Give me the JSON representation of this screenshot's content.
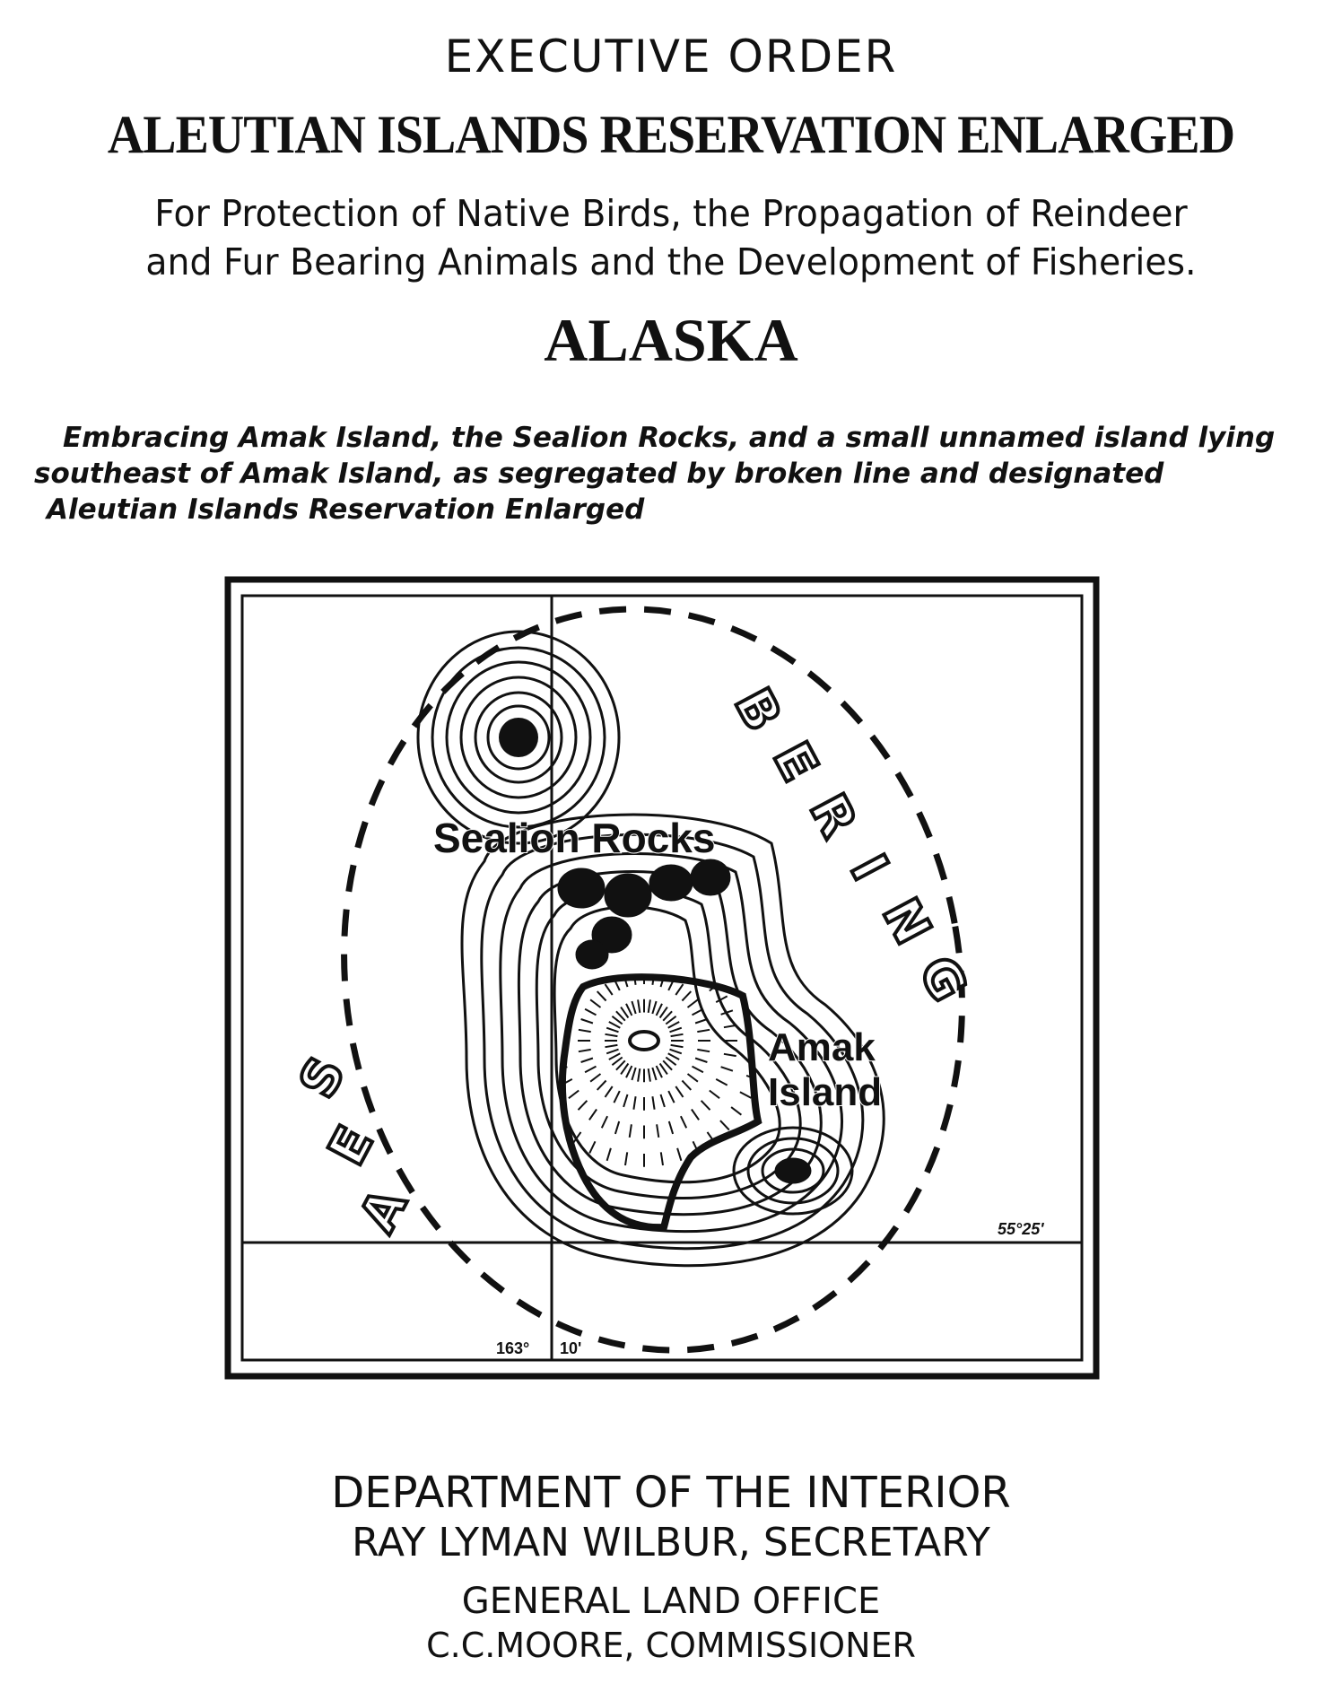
{
  "header": {
    "executive_order": "EXECUTIVE ORDER",
    "title": "ALEUTIAN ISLANDS RESERVATION ENLARGED",
    "subtitle_line1": "For Protection of Native Birds, the Propagation of Reindeer",
    "subtitle_line2": "and Fur Bearing Animals and the Development of Fisheries.",
    "territory": "ALASKA"
  },
  "description": {
    "line1": "Embracing Amak Island, the Sealion Rocks, and a small unnamed island lying",
    "line2": "southeast of Amak Island, as segregated by broken line and designated",
    "line3": "Aleutian Islands Reservation Enlarged"
  },
  "map": {
    "labels": {
      "sealion_rocks": "Sealion Rocks",
      "amak_line1": "Amak",
      "amak_line2": "Island",
      "bering": [
        "B",
        "E",
        "R",
        "I",
        "N",
        "G"
      ],
      "sea": [
        "S",
        "E",
        "A"
      ],
      "latitude": "55°25'",
      "longitude_deg": "163°",
      "longitude_min": "10'"
    },
    "colors": {
      "ink": "#111111",
      "paper": "#ffffff"
    }
  },
  "footer": {
    "department": "DEPARTMENT OF THE INTERIOR",
    "secretary": "RAY LYMAN WILBUR, SECRETARY",
    "office": "GENERAL LAND OFFICE",
    "commissioner": "C.C.MOORE, COMMISSIONER"
  }
}
